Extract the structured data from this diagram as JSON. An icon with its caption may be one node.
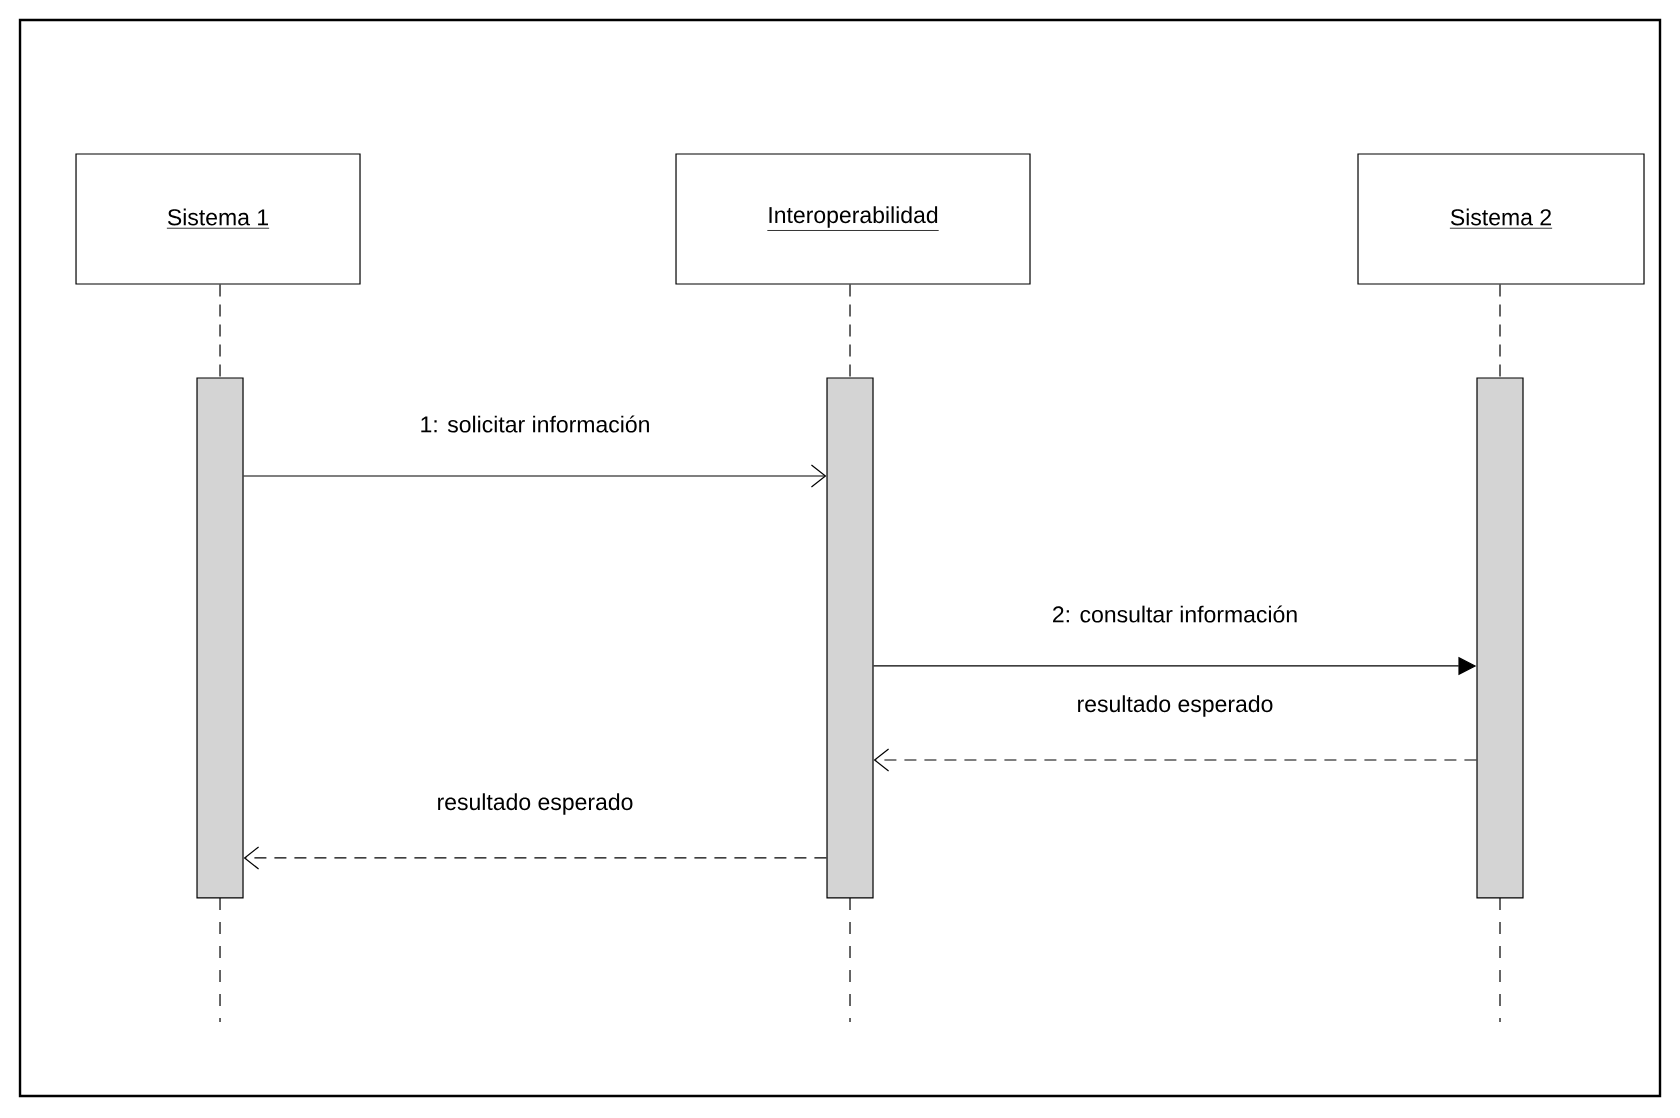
{
  "diagram": {
    "nodes": [
      {
        "text": [
          "Sistema 1"
        ]
      },
      {
        "text": [
          "Interoperabilidad"
        ]
      },
      {
        "text": [
          "Sistema 2"
        ]
      },
      {
        "text": [],
        "shape": "bar"
      },
      {
        "text": [],
        "shape": "bar"
      },
      {
        "text": [],
        "shape": "bar"
      }
    ],
    "edges": [
      {
        "from": 0,
        "to": 3,
        "arrow": "none",
        "style": "dashed"
      },
      {
        "from": 1,
        "to": 4,
        "arrow": "none",
        "style": "dashed"
      },
      {
        "from": 2,
        "to": 5,
        "arrow": "none",
        "style": "dashed"
      },
      {
        "from": 3,
        "to": 4,
        "arrow": "to",
        "label": "1: solicitar información"
      },
      {
        "from": 4,
        "to": 5,
        "arrow": "to",
        "label": "2: consultar información"
      },
      {
        "from": 5,
        "to": 4,
        "arrow": "to",
        "style": "dashed",
        "label": "resultado esperado"
      },
      {
        "from": 4,
        "to": 3,
        "arrow": "to",
        "style": "dashed",
        "label": "resultado esperado"
      }
    ]
  }
}
